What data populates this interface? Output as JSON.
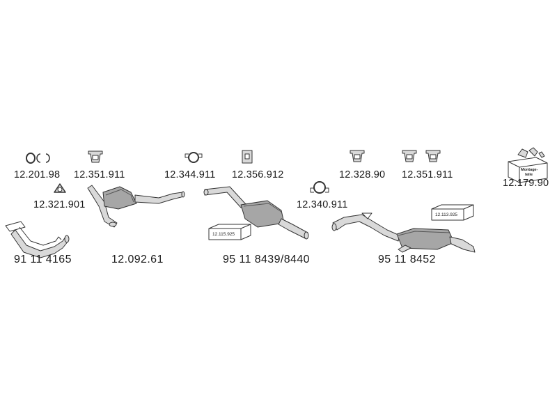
{
  "parts": {
    "ring": "12.201.98",
    "hanger_a": "12.351.911",
    "clamp_a": "12.344.911",
    "hanger_b": "12.356.912",
    "hanger_c": "12.328.90",
    "hanger_d": "12.351.911",
    "mounting_kit": "12.179.90",
    "gasket": "12.321.901",
    "clamp_b": "12.340.911",
    "front_pipe": "91 11 4165",
    "catalyst": "12.092.61",
    "middle_silencer": "95 11 8439/8440",
    "rear_silencer": "95 11 8452"
  },
  "boxes": {
    "middle_box_tag": "12.115.925",
    "rear_box_tag": "12.113.925"
  },
  "kit_label": {
    "line1": "Montage-",
    "line2": "teile"
  },
  "colors": {
    "part_fill": "#d9d9d9",
    "part_dark": "#8c8c8c",
    "outline": "#333333"
  }
}
